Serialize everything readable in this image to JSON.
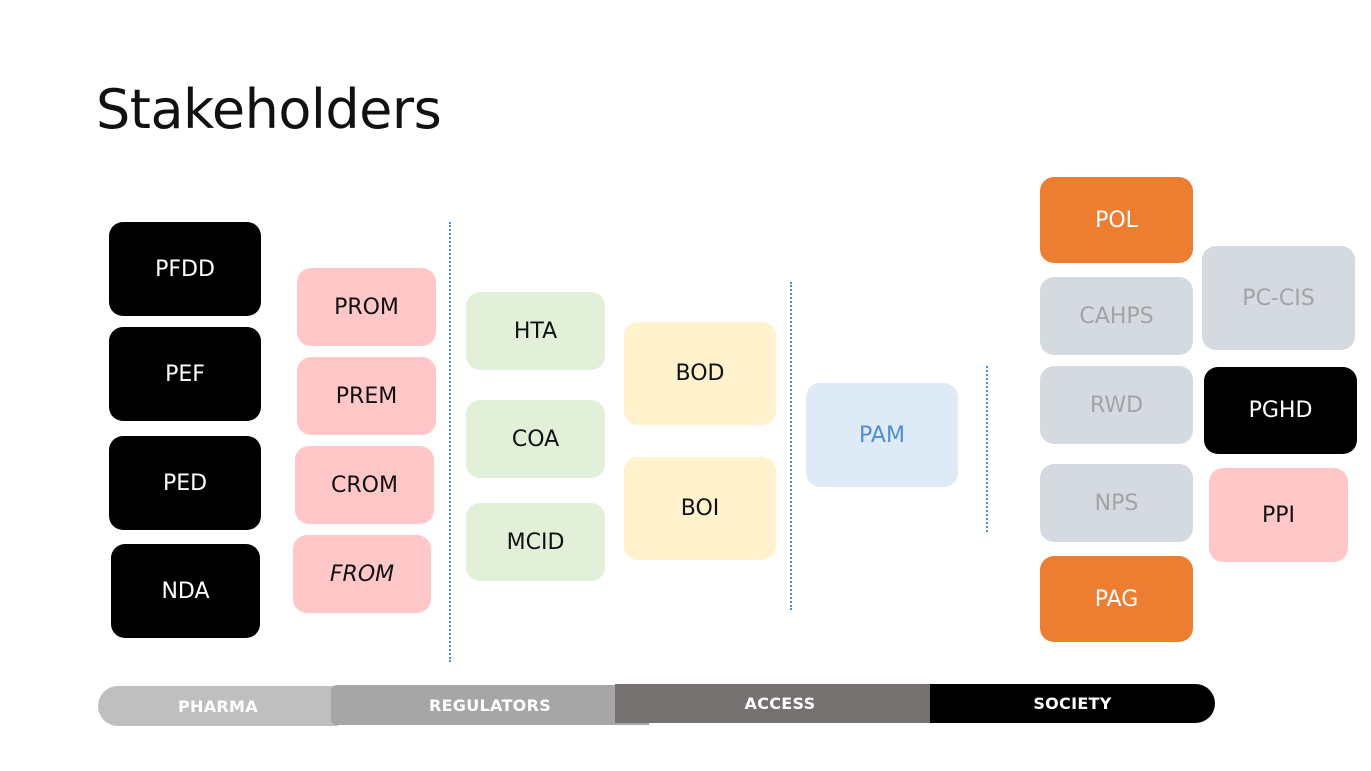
{
  "slide": {
    "title": "Stakeholders"
  },
  "boxes": {
    "pfdd": "PFDD",
    "pef": "PEF",
    "ped": "PED",
    "nda": "NDA",
    "prom": "PROM",
    "prem": "PREM",
    "crom": "CROM",
    "from": "FROM",
    "hta": "HTA",
    "coa": "COA",
    "mcid": "MCID",
    "bod": "BOD",
    "boi": "BOI",
    "pam": "PAM",
    "pol": "POL",
    "cahps": "CAHPS",
    "rwd": "RWD",
    "nps": "NPS",
    "pag": "PAG",
    "pc_cis": "PC-CIS",
    "pghd": "PGHD",
    "ppi": "PPI"
  },
  "timeline": {
    "pharma": "PHARMA",
    "regulators": "REGULATORS",
    "access": "ACCESS",
    "society": "SOCIETY"
  },
  "colors": {
    "black": "#000000",
    "pink": "#ffc7c8",
    "green": "#e2f0d9",
    "yellow": "#fff2cc",
    "blue": "#deebf7",
    "grey": "#d5d9e0",
    "orange": "#ed7d31"
  }
}
